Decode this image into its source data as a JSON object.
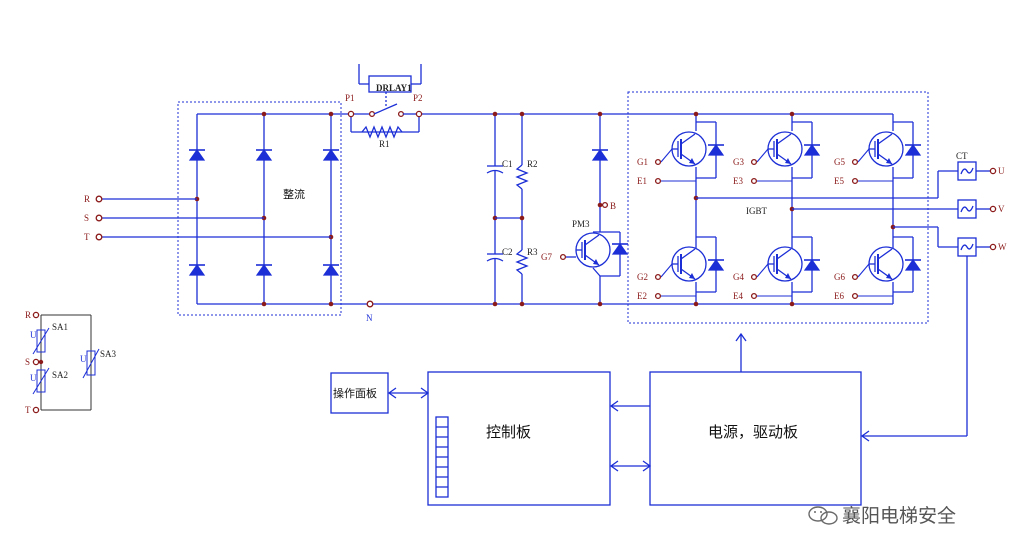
{
  "labels": {
    "relay": "DRLAY1",
    "p1": "P1",
    "p2": "P2",
    "r1": "R1",
    "rectifier": "整流",
    "in_r": "R",
    "in_s": "S",
    "in_t": "T",
    "n": "N",
    "c1": "C1",
    "c2": "C2",
    "r2": "R2",
    "r3": "R3",
    "pm3": "PM3",
    "b": "B",
    "g7": "G7",
    "igbt": "IGBT",
    "g1": "G1",
    "e1": "E1",
    "g2": "G2",
    "e2": "E2",
    "g3": "G3",
    "e3": "E3",
    "g4": "G4",
    "e4": "E4",
    "g5": "G5",
    "e5": "E5",
    "g6": "G6",
    "e6": "E6",
    "ct": "CT",
    "out_u": "U",
    "out_v": "V",
    "out_w": "W",
    "sa_r": "R",
    "sa_s": "S",
    "sa_t": "T",
    "sa1": "SA1",
    "sa2": "SA2",
    "sa3": "SA3",
    "u_mark": "U",
    "panel": "操作面板",
    "control": "控制板",
    "power_drive": "电源，驱动板",
    "watermark": "襄阳电梯安全"
  }
}
